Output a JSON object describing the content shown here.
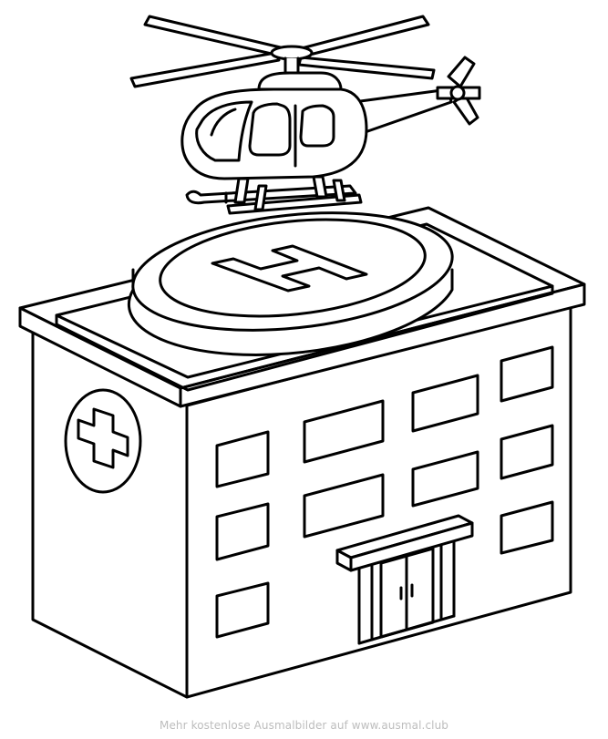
{
  "artwork": {
    "subject": "coloring-page",
    "helipad_letter": "H",
    "cross_symbol": "cross-icon"
  },
  "footer": {
    "text": "Mehr kostenlose Ausmalbilder auf www.ausmal.club"
  },
  "colors": {
    "line": "#000000",
    "paper": "#ffffff",
    "footer_text": "#bdbdbd"
  }
}
